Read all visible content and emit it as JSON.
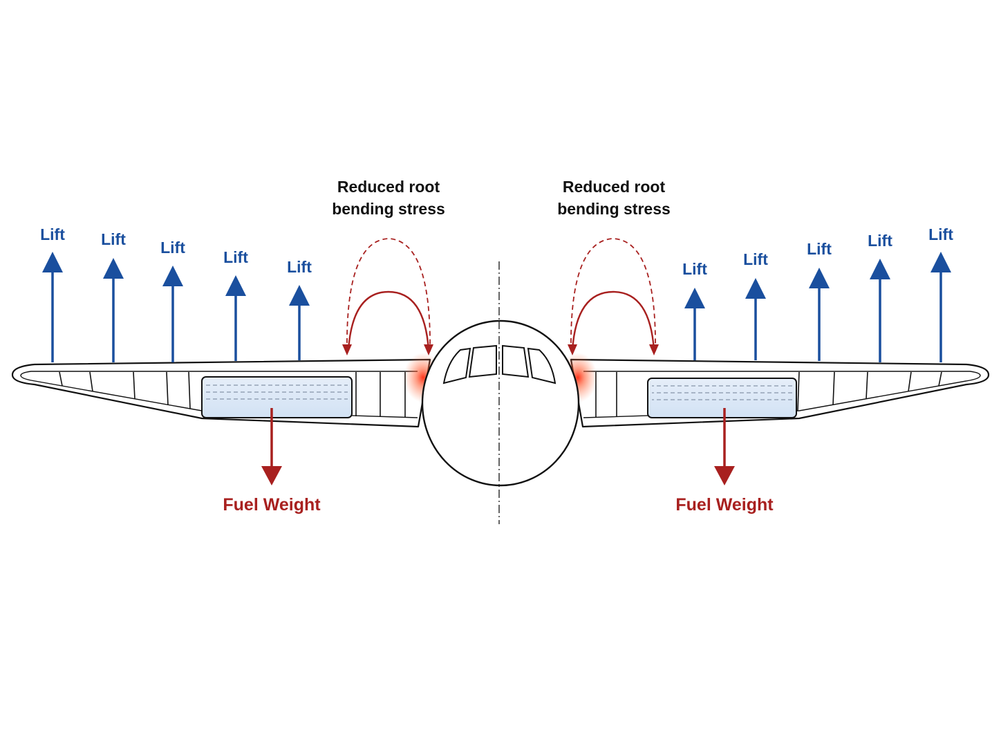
{
  "colors": {
    "lift": "#1a4f9e",
    "weight": "#a8201f",
    "outline": "#111111",
    "tank_fill": "#dbe8f7",
    "hotspot": "#ff4a2a"
  },
  "lift_label": "Lift",
  "fuel_weight_label": "Fuel Weight",
  "stress_label_line1": "Reduced root",
  "stress_label_line2": "bending stress",
  "lift_arrow_count": 10
}
